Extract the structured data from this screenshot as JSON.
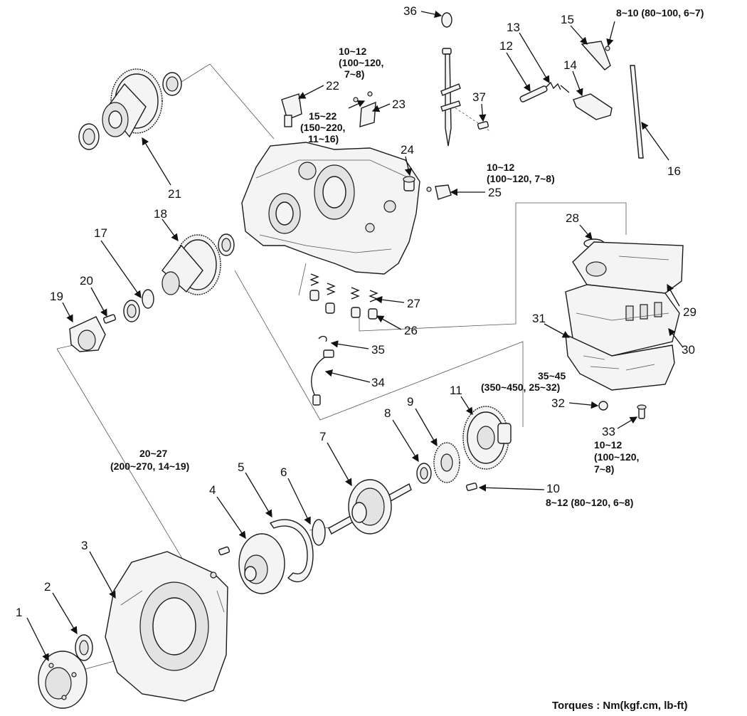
{
  "callouts": {
    "c1": "1",
    "c2": "2",
    "c3": "3",
    "c4": "4",
    "c5": "5",
    "c6": "6",
    "c7": "7",
    "c8": "8",
    "c9": "9",
    "c10": "10",
    "c11": "11",
    "c12": "12",
    "c13": "13",
    "c14": "14",
    "c15": "15",
    "c16": "16",
    "c17": "17",
    "c18": "18",
    "c19": "19",
    "c20": "20",
    "c21": "21",
    "c22": "22",
    "c23": "23",
    "c24": "24",
    "c25": "25",
    "c26": "26",
    "c27": "27",
    "c28": "28",
    "c29": "29",
    "c30": "30",
    "c31": "31",
    "c32": "32",
    "c33": "33",
    "c34": "34",
    "c35": "35",
    "c36": "36",
    "c37": "37"
  },
  "torques": {
    "t22_a": "10~12",
    "t22_b": "(100~120,",
    "t22_c": "7~8)",
    "t23_a": "15~22",
    "t23_b": "(150~220,",
    "t23_c": "11~16)",
    "t15": "8~10 (80~100, 6~7)",
    "t25_a": "10~12",
    "t25_b": "(100~120, 7~8)",
    "t32_a": "35~45",
    "t32_b": "(350~450, 25~32)",
    "t33_a": "10~12",
    "t33_b": "(100~120,",
    "t33_c": "7~8)",
    "t10": "8~12 (80~120, 6~8)",
    "t4_a": "20~27",
    "t4_b": "(200~270, 14~19)"
  },
  "footer": {
    "units_note": "Torques : Nm(kgf.cm, lb-ft)"
  }
}
